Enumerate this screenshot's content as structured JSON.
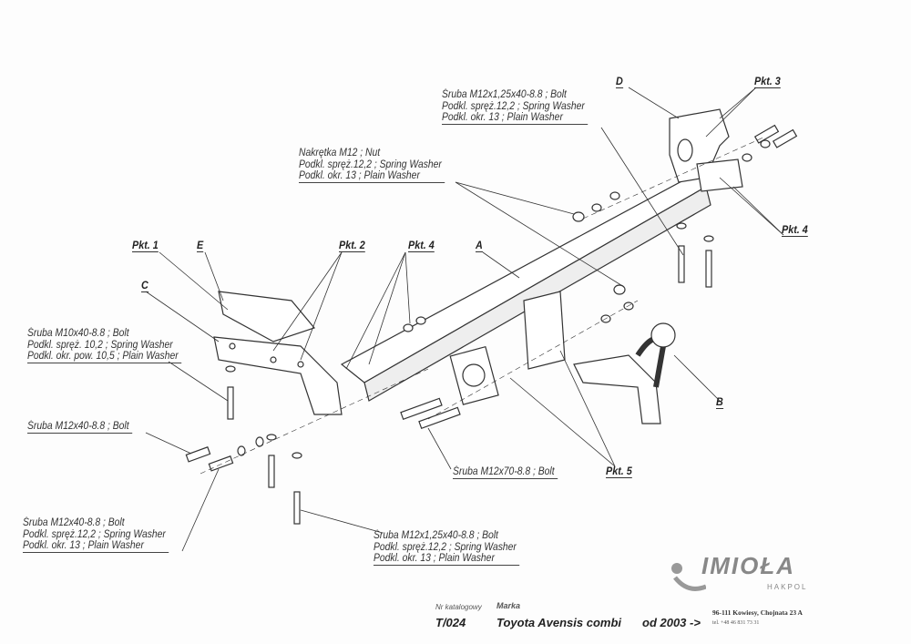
{
  "labels": {
    "D": "D",
    "pkt3": "Pkt. 3",
    "pkt4_right": "Pkt. 4",
    "pkt1": "Pkt. 1",
    "E": "E",
    "pkt2": "Pkt. 2",
    "pkt4_mid": "Pkt. 4",
    "A": "A",
    "C": "C",
    "B": "B",
    "pkt5": "Pkt. 5"
  },
  "callouts": {
    "top_bolt": [
      "Śruba M12x1,25x40-8.8 ;  Bolt",
      "Podkl. spręż.12,2 ; Spring Washer",
      "Podkl. okr. 13 ; Plain Washer"
    ],
    "nut": [
      "Nakrętka  M12 ; Nut",
      "Podkl. spręż.12,2 ; Spring Washer",
      "Podkl. okr. 13 ; Plain Washer"
    ],
    "m10": [
      "Śruba M10x40-8.8 ;  Bolt",
      "Podkl. spręż. 10,2 ; Spring Washer",
      "Podkl. okr. pow. 10,5 ; Plain Washer"
    ],
    "m12_single": "Śruba M12x40-8.8 ;  Bolt",
    "m12x70": "Śruba M12x70-8.8 ;  Bolt",
    "m12_lower": [
      "Śruba M12x40-8.8 ;  Bolt",
      "Podkl. spręż.12,2 ; Spring Washer",
      "Podkl. okr. 13 ; Plain Washer"
    ],
    "bottom_bolt": [
      "Śruba M12x1,25x40-8.8 ;  Bolt",
      "Podkl. spręż.12,2 ; Spring Washer",
      "Podkl. okr. 13 ; Plain Washer"
    ]
  },
  "footer": {
    "catalog_label": "Nr katalogowy",
    "brand_label": "Marka",
    "catalog_no": "T/024",
    "model": "Toyota Avensis combi",
    "year": "od 2003 ->",
    "address": "96-111 Kowiesy, Chojnata 23 A",
    "phone": "tel. +48 46 831 73 31",
    "logo_text": "IMIOŁA",
    "logo_sub": "HAKPOL"
  }
}
